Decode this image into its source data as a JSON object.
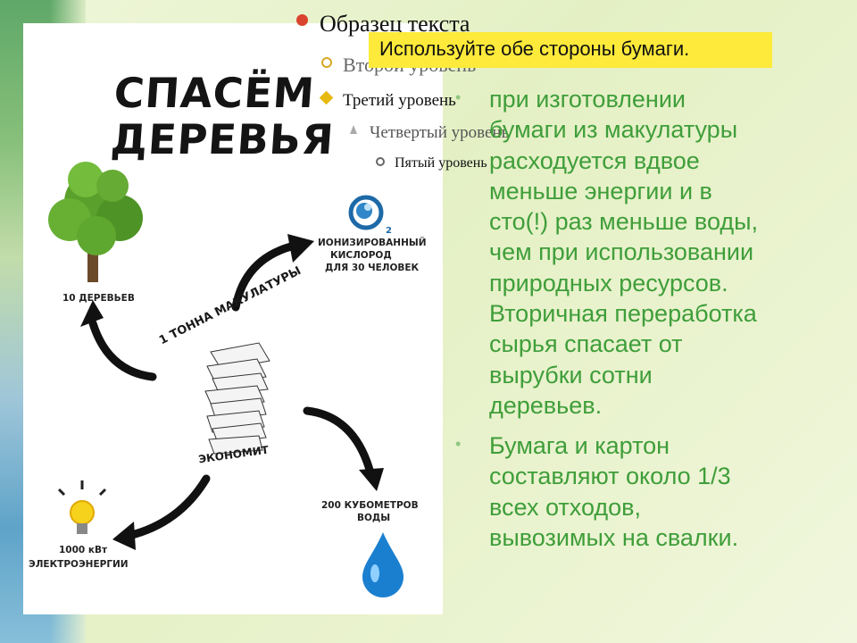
{
  "slide": {
    "placeholder_levels": {
      "level1": "Образец текста",
      "level2": "Второй уровень",
      "level3": "Третий уровень",
      "level4": "Четвертый уровень",
      "level5": "Пятый уровень"
    },
    "highlight": "Используйте обе стороны бумаги.",
    "bullets": [
      {
        "lines": [
          "при изготовлении",
          "бумаги из макулатуры",
          "расходуется вдвое",
          "меньше энергии и в",
          "сто(!) раз меньше воды,",
          "чем при использовании",
          "природных ресурсов.",
          "Вторичная переработка",
          "сырья спасает от",
          "вырубки сотни",
          "деревьев."
        ]
      },
      {
        "lines": [
          "Бумага и картон",
          "составляют около 1/3",
          "всех отходов,",
          "вывозимых на свалки."
        ]
      }
    ],
    "bullet_char": "•",
    "colors": {
      "green_text": "#3f9e3a",
      "highlight": "#fdea3a"
    }
  },
  "infographic": {
    "title_line1": "СПАСЁМ",
    "title_line2": "ДЕРЕВЬЯ",
    "trees_label": "10 ДЕРЕВЬЕВ",
    "oxygen_label_1": "ИОНИЗИРОВАННЫЙ",
    "oxygen_label_2": "КИСЛОРОД",
    "oxygen_label_3": "ДЛЯ 30 ЧЕЛОВЕК",
    "center_top": "1 ТОННА МАКУЛАТУРЫ",
    "center_bottom": "ЭКОНОМИТ",
    "water_label_1": "200 КУБОМЕТРОВ",
    "water_label_2": "ВОДЫ",
    "energy_label_1": "1000 кВт",
    "energy_label_2": "ЭЛЕКТРОЭНЕРГИИ",
    "o2_subscript": "2",
    "icons": [
      "tree-icon",
      "oxygen-icon",
      "paper-stack-icon",
      "water-drop-icon",
      "lightbulb-icon"
    ]
  }
}
